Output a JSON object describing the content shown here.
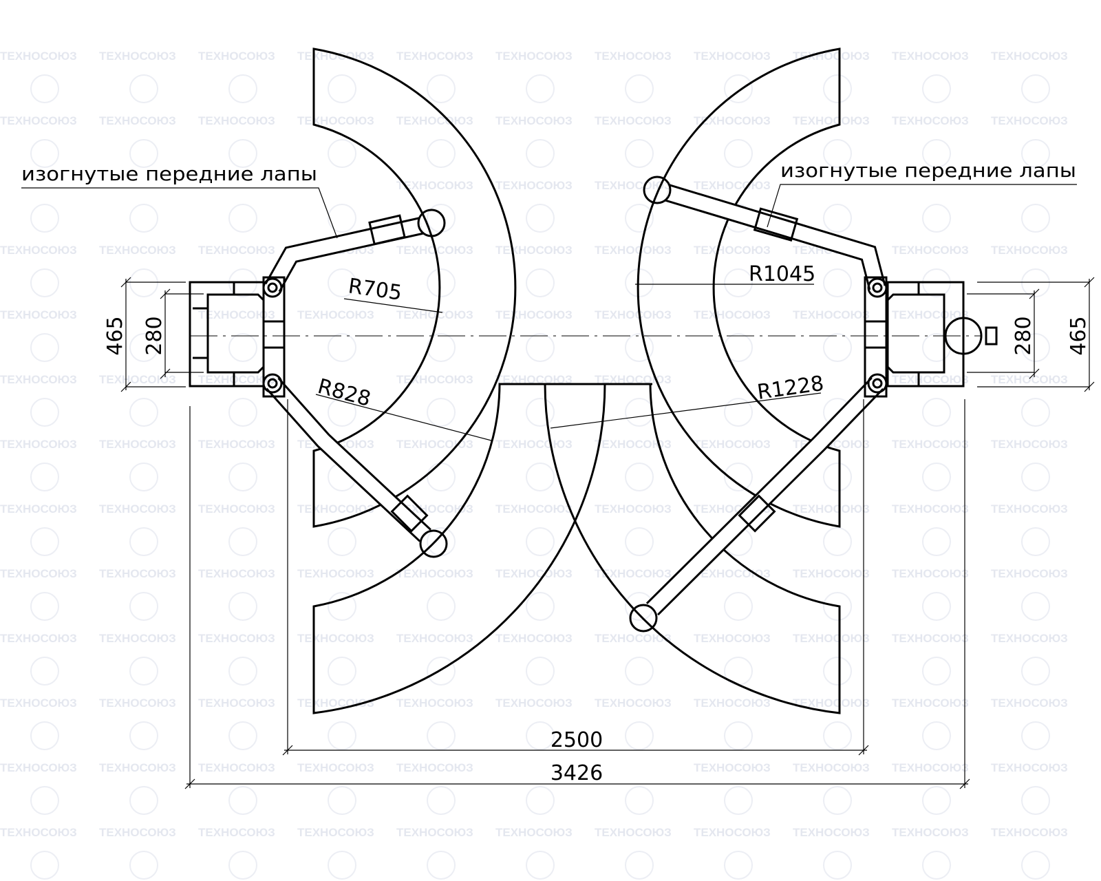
{
  "watermark": "ТЕХНОСОЮЗ",
  "notes": {
    "arm_note_left": "изогнутые передние лапы",
    "arm_note_right": "изогнутые передние лапы"
  },
  "radii": {
    "r705": "R705",
    "r828": "R828",
    "r1045": "R1045",
    "r1228": "R1228"
  },
  "dimensions": {
    "left_outer": "465",
    "left_inner": "280",
    "right_inner": "280",
    "right_outer": "465",
    "post_span": "2500",
    "overall_width": "3426"
  }
}
